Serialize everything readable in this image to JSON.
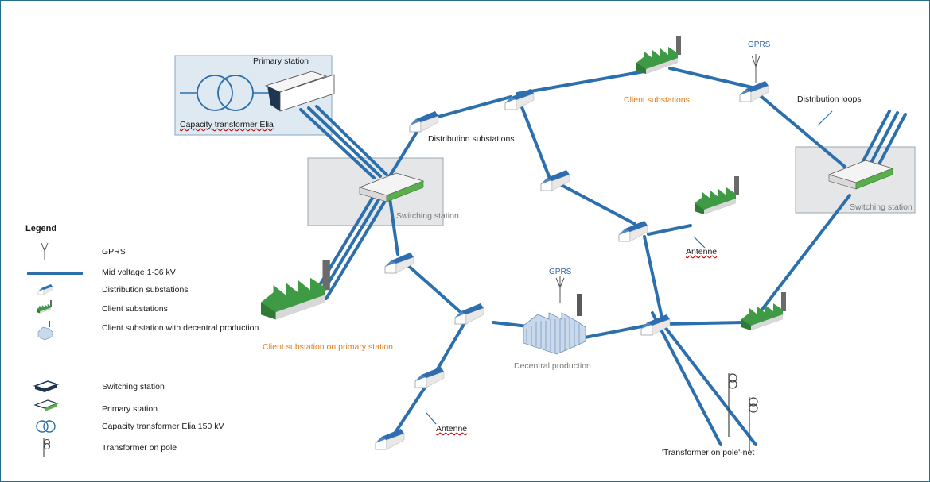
{
  "diagram": {
    "labels": {
      "primary_station": "Primary station",
      "capacity_transformer": "Capacity transformer Elia",
      "distribution_substations": "Distribution substations",
      "switching_station_left": "Switching station",
      "switching_station_right": "Switching station",
      "client_substations": "Client substations",
      "distribution_loops": "Distribution loops",
      "gprs_top": "GPRS",
      "gprs_mid": "GPRS",
      "antenne_mid": "Antenne",
      "antenne_bottom": "Antenne",
      "client_substation_primary": "Client substation on primary station",
      "decentral_production": "Decentral production",
      "transformer_on_pole_net": "'Transformer on pole'-net"
    }
  },
  "legend": {
    "title": "Legend",
    "items": [
      {
        "label": "GPRS",
        "icon": "antenna-icon"
      },
      {
        "label": "Mid voltage 1-36 kV",
        "icon": "mid-voltage-line-icon"
      },
      {
        "label": "Distribution substations",
        "icon": "distribution-substation-icon"
      },
      {
        "label": "Client substations",
        "icon": "client-substation-icon"
      },
      {
        "label": "Client substation with decentral production",
        "icon": "decentral-production-icon"
      },
      {
        "label": "Switching station",
        "icon": "switching-station-icon"
      },
      {
        "label": "Primary station",
        "icon": "primary-station-icon"
      },
      {
        "label": "Capacity transformer Elia 150 kV",
        "icon": "capacity-transformer-icon"
      },
      {
        "label": "Transformer on pole",
        "icon": "pole-transformer-icon"
      }
    ]
  },
  "colors": {
    "line": "#2c6fad",
    "substation_blue": "#2e6db0",
    "client_green": "#3f9a45",
    "box_fill": "#dfe9f2",
    "label_orange": "#e07b1a",
    "gprs_blue": "#2f62a8"
  }
}
